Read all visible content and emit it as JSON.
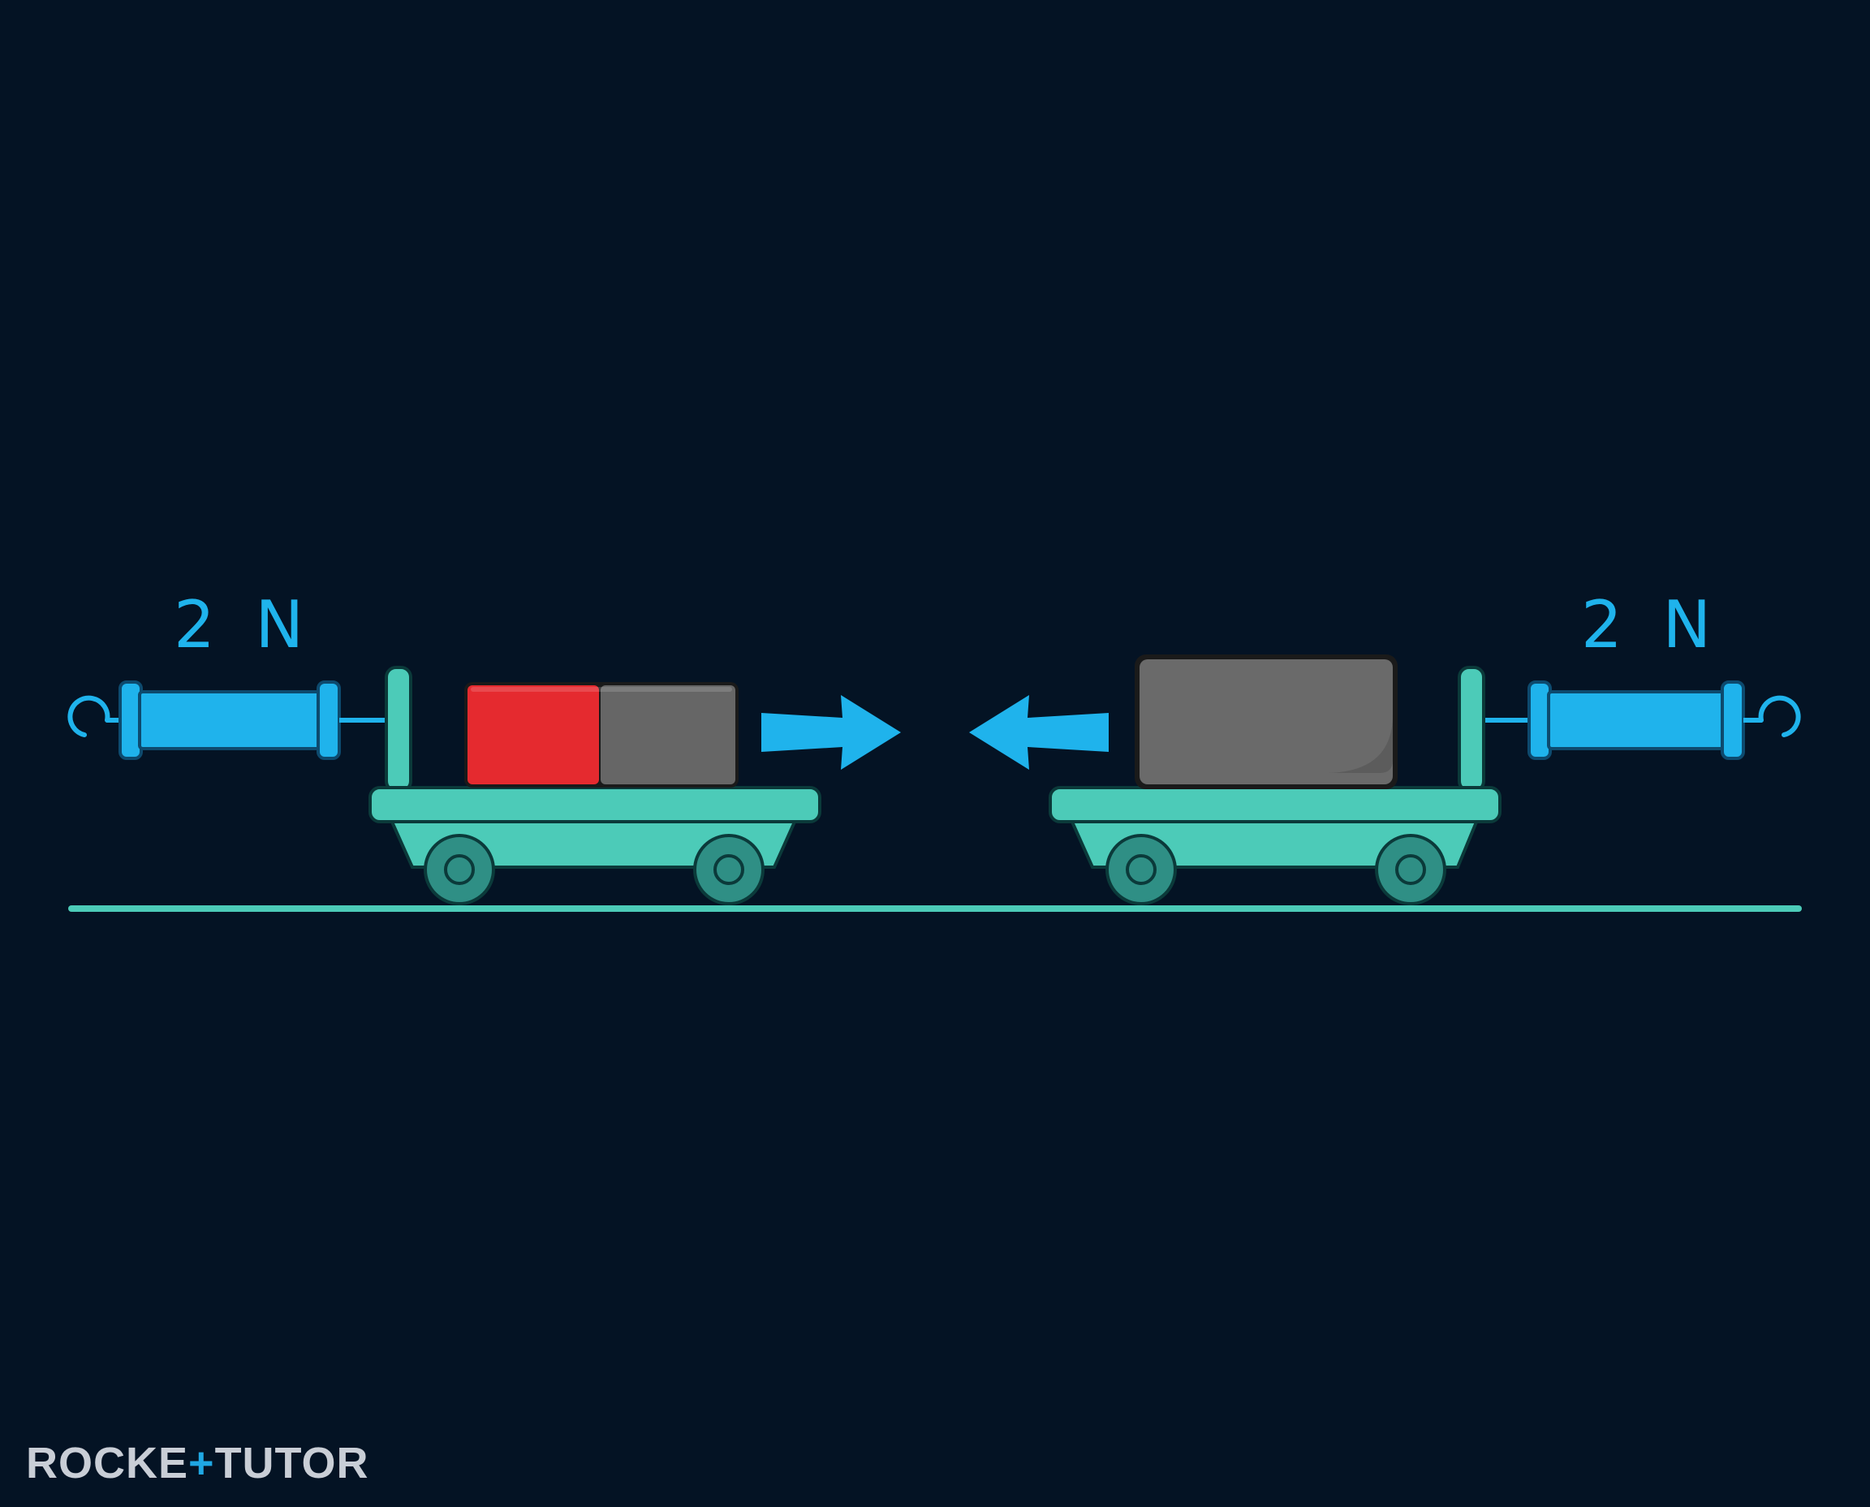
{
  "diagram": {
    "left_force_label": "2 N",
    "right_force_label": "2 N"
  },
  "colors": {
    "background": "#041324",
    "spring_scale": "#1fb3ec",
    "cart": "#4ccbb8",
    "magnet_red": "#e52a2f",
    "magnet_gray": "#666666",
    "block_gray": "#6a6a6a",
    "arrow": "#1fb3ec"
  },
  "logo": {
    "part1": "ROCKE",
    "plus": "+",
    "part2": "TUTOR"
  }
}
